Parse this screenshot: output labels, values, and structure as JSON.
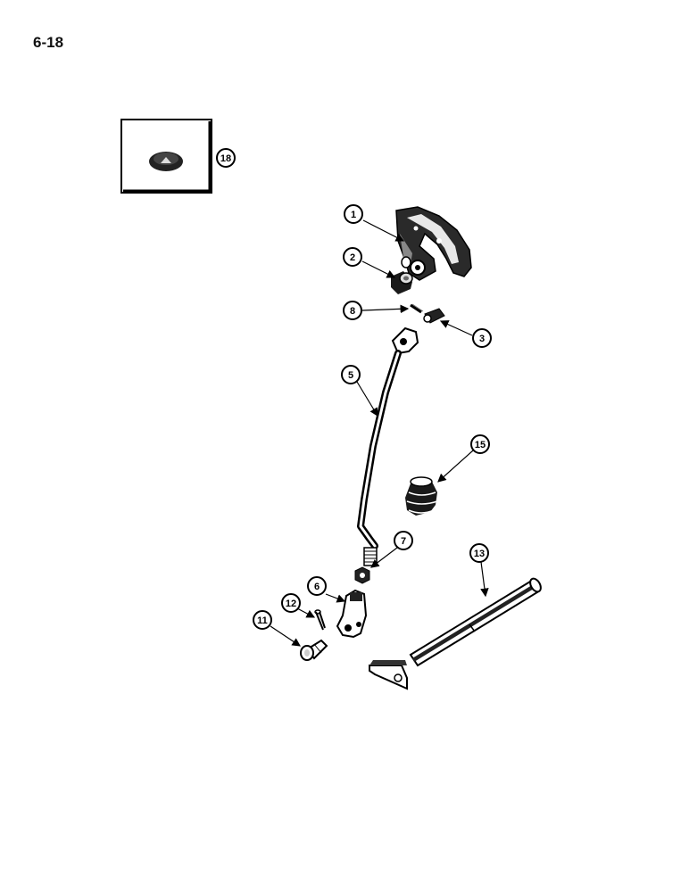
{
  "page_number": "6-18",
  "callouts": {
    "c1": "1",
    "c2": "2",
    "c3": "3",
    "c5": "5",
    "c6": "6",
    "c7": "7",
    "c8": "8",
    "c11": "11",
    "c12": "12",
    "c13": "13",
    "c15": "15",
    "c18": "18"
  },
  "parts": [
    "pedal-bracket",
    "bushing",
    "pin",
    "rod",
    "clevis",
    "nut",
    "spring-pin",
    "clevis-pin",
    "cotter-pin",
    "shaft",
    "boot",
    "pad-cap"
  ]
}
